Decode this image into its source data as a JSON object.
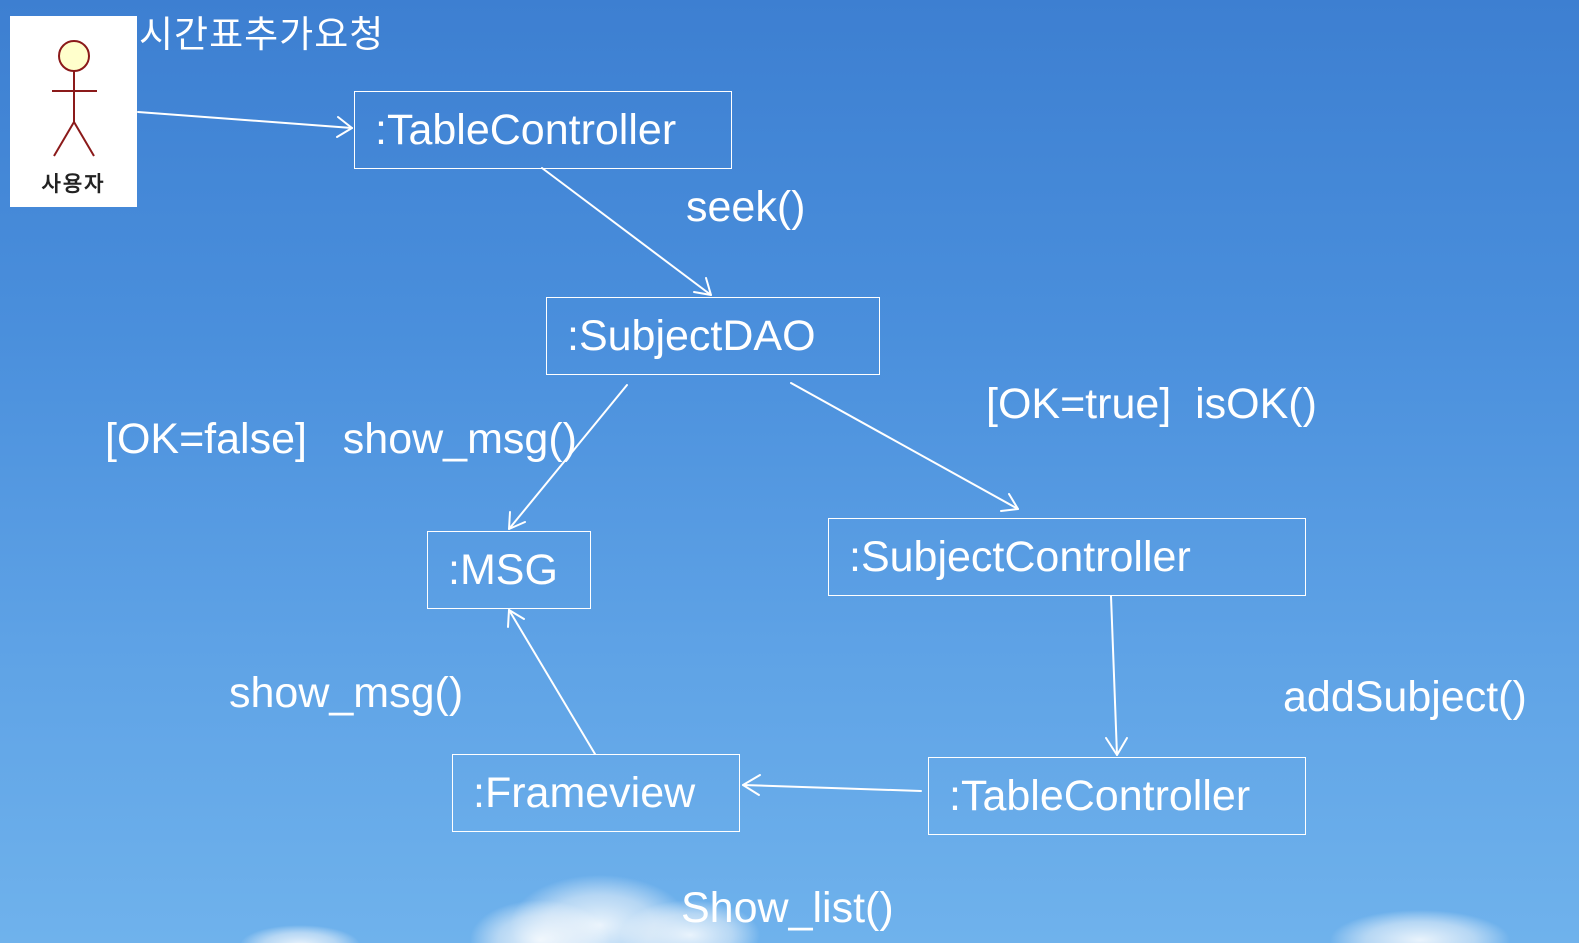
{
  "actor": {
    "name": "사용자",
    "icon": "stick-figure-actor-icon"
  },
  "request_label": "시간표추가요청",
  "objects": {
    "table_controller_top": ":TableController",
    "subject_dao": ":SubjectDAO",
    "msg": ":MSG",
    "subject_controller": ":SubjectController",
    "frameview": ":Frameview",
    "table_controller_bottom": ":TableController"
  },
  "messages": {
    "seek": "seek()",
    "ok_false_show_msg": "[OK=false]   show_msg()",
    "ok_true_is_ok": "[OK=true]  isOK()",
    "show_msg": "show_msg()",
    "add_subject": "addSubject()",
    "show_list": "Show_list()"
  },
  "colors": {
    "background_top": "#3d7fd1",
    "background_bottom": "#6fb2ec",
    "lines": "#ffffff",
    "actor_head": "#ffffcc",
    "actor_stroke": "#8b1a1a"
  }
}
